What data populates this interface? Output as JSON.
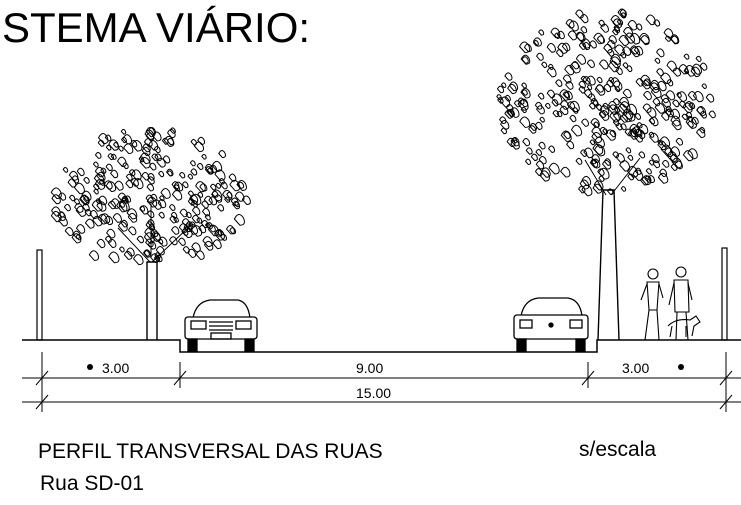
{
  "heading": "STEMA VIÁRIO:",
  "dimensions": {
    "left_sidewalk": "3.00",
    "roadway": "9.00",
    "right_sidewalk": "3.00",
    "total": "15.00"
  },
  "caption": {
    "title": "PERFIL TRANSVERSAL DAS RUAS",
    "scale": "s/escala",
    "street": "Rua SD-01"
  }
}
